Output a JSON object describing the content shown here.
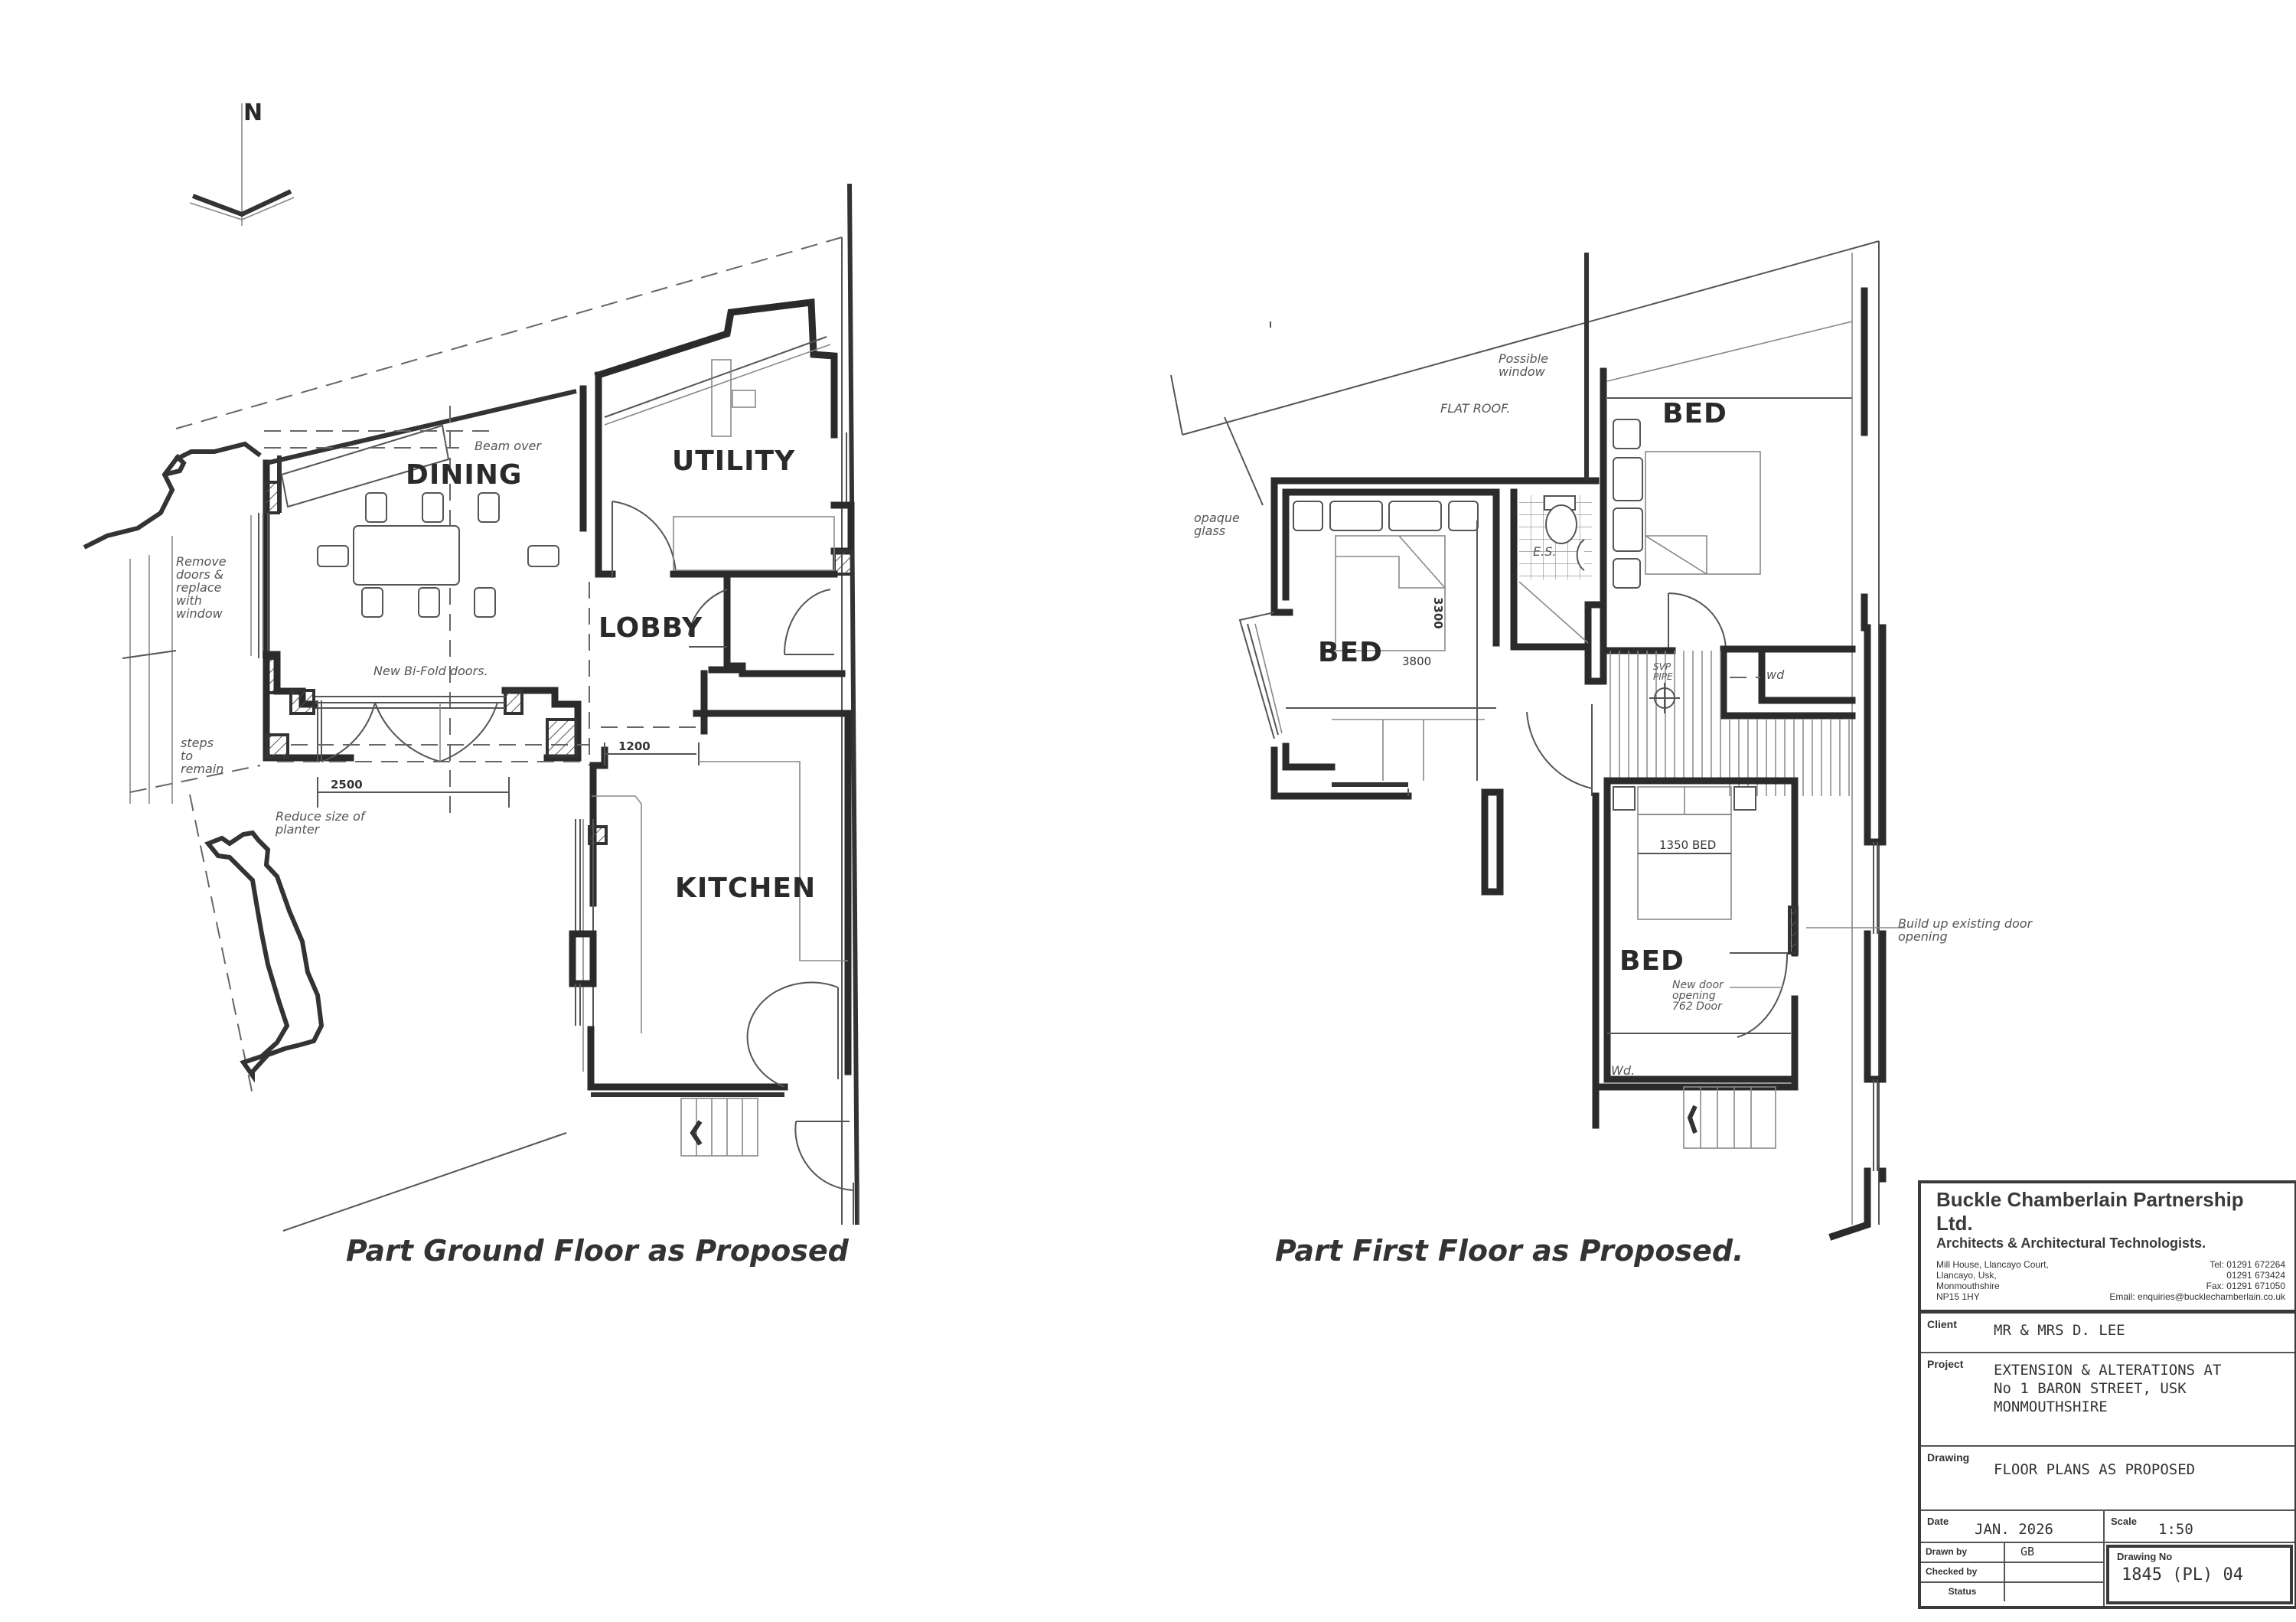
{
  "north_arrow": {
    "label": "N"
  },
  "ground_floor": {
    "caption": "Part Ground Floor as Proposed",
    "rooms": {
      "dining": "DINING",
      "utility": "UTILITY",
      "lobby": "LOBBY",
      "kitchen": "KITCHEN"
    },
    "notes": {
      "beam": "Beam over",
      "remove_doors": "Remove doors & replace with window",
      "bifold": "New Bi-Fold doors.",
      "steps": "steps to remain",
      "planter": "Reduce size of planter"
    },
    "dimensions": {
      "bifold_width": "2500",
      "kitchen_opening": "1200"
    }
  },
  "first_floor": {
    "caption": "Part First Floor as Proposed.",
    "rooms": {
      "bed_left": "BED",
      "bed_right": "BED",
      "bed_lower": "BED",
      "ensuite": "E.S.",
      "wardrobe_right": "wd",
      "wardrobe_lower": "Wd."
    },
    "notes": {
      "possible_window": "Possible window",
      "flat_roof": "FLAT ROOF.",
      "opaque_glass": "opaque glass",
      "svp": "SVP PIPE",
      "build_up": "Build up existing door opening",
      "new_door": "New door opening 762 Door"
    },
    "dimensions": {
      "bed_width": "3800",
      "bed_depth": "3300",
      "double_bed": "1350 BED"
    }
  },
  "title_block": {
    "company": "Buckle Chamberlain Partnership Ltd.",
    "subtitle": "Architects & Architectural Technologists.",
    "address": [
      "Mill House, Llancayo Court,",
      "Llancayo, Usk,",
      "Monmouthshire",
      "NP15 1HY"
    ],
    "contact": [
      "Tel:  01291 672264",
      "01291 673424",
      "Fax: 01291 671050",
      "Email: enquiries@bucklechamberlain.co.uk"
    ],
    "client_label": "Client",
    "client": "MR & MRS D. LEE",
    "project_label": "Project",
    "project": [
      "EXTENSION & ALTERATIONS AT",
      "No 1 BARON STREET, USK",
      "MONMOUTHSHIRE"
    ],
    "drawing_label": "Drawing",
    "drawing": "FLOOR PLANS AS PROPOSED",
    "date_label": "Date",
    "date": "JAN. 2026",
    "scale_label": "Scale",
    "scale": "1:50",
    "drawn_by_label": "Drawn by",
    "drawn_by": "GB",
    "checked_by_label": "Checked by",
    "checked_by": "",
    "status_label": "Status",
    "status": "",
    "drawing_no_label": "Drawing No",
    "drawing_no": "1845 (PL) 04"
  }
}
